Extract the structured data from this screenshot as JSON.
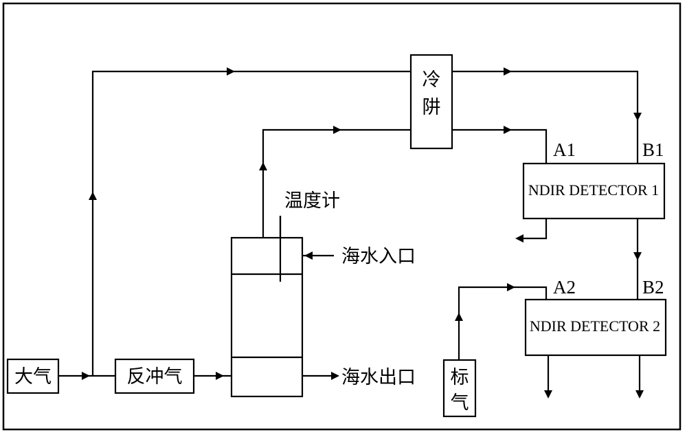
{
  "diagram": {
    "nodes": {
      "air": "大气",
      "backflush": "反冲气",
      "cold_trap": [
        "冷",
        "阱"
      ],
      "thermometer": "温度计",
      "seawater_in": "海水入口",
      "seawater_out": "海水出口",
      "standard_gas": [
        "标",
        "气"
      ],
      "detector1": "NDIR DETECTOR 1",
      "detector2": "NDIR DETECTOR 2"
    },
    "ports": {
      "a1": "A1",
      "b1": "B1",
      "a2": "A2",
      "b2": "B2"
    }
  }
}
